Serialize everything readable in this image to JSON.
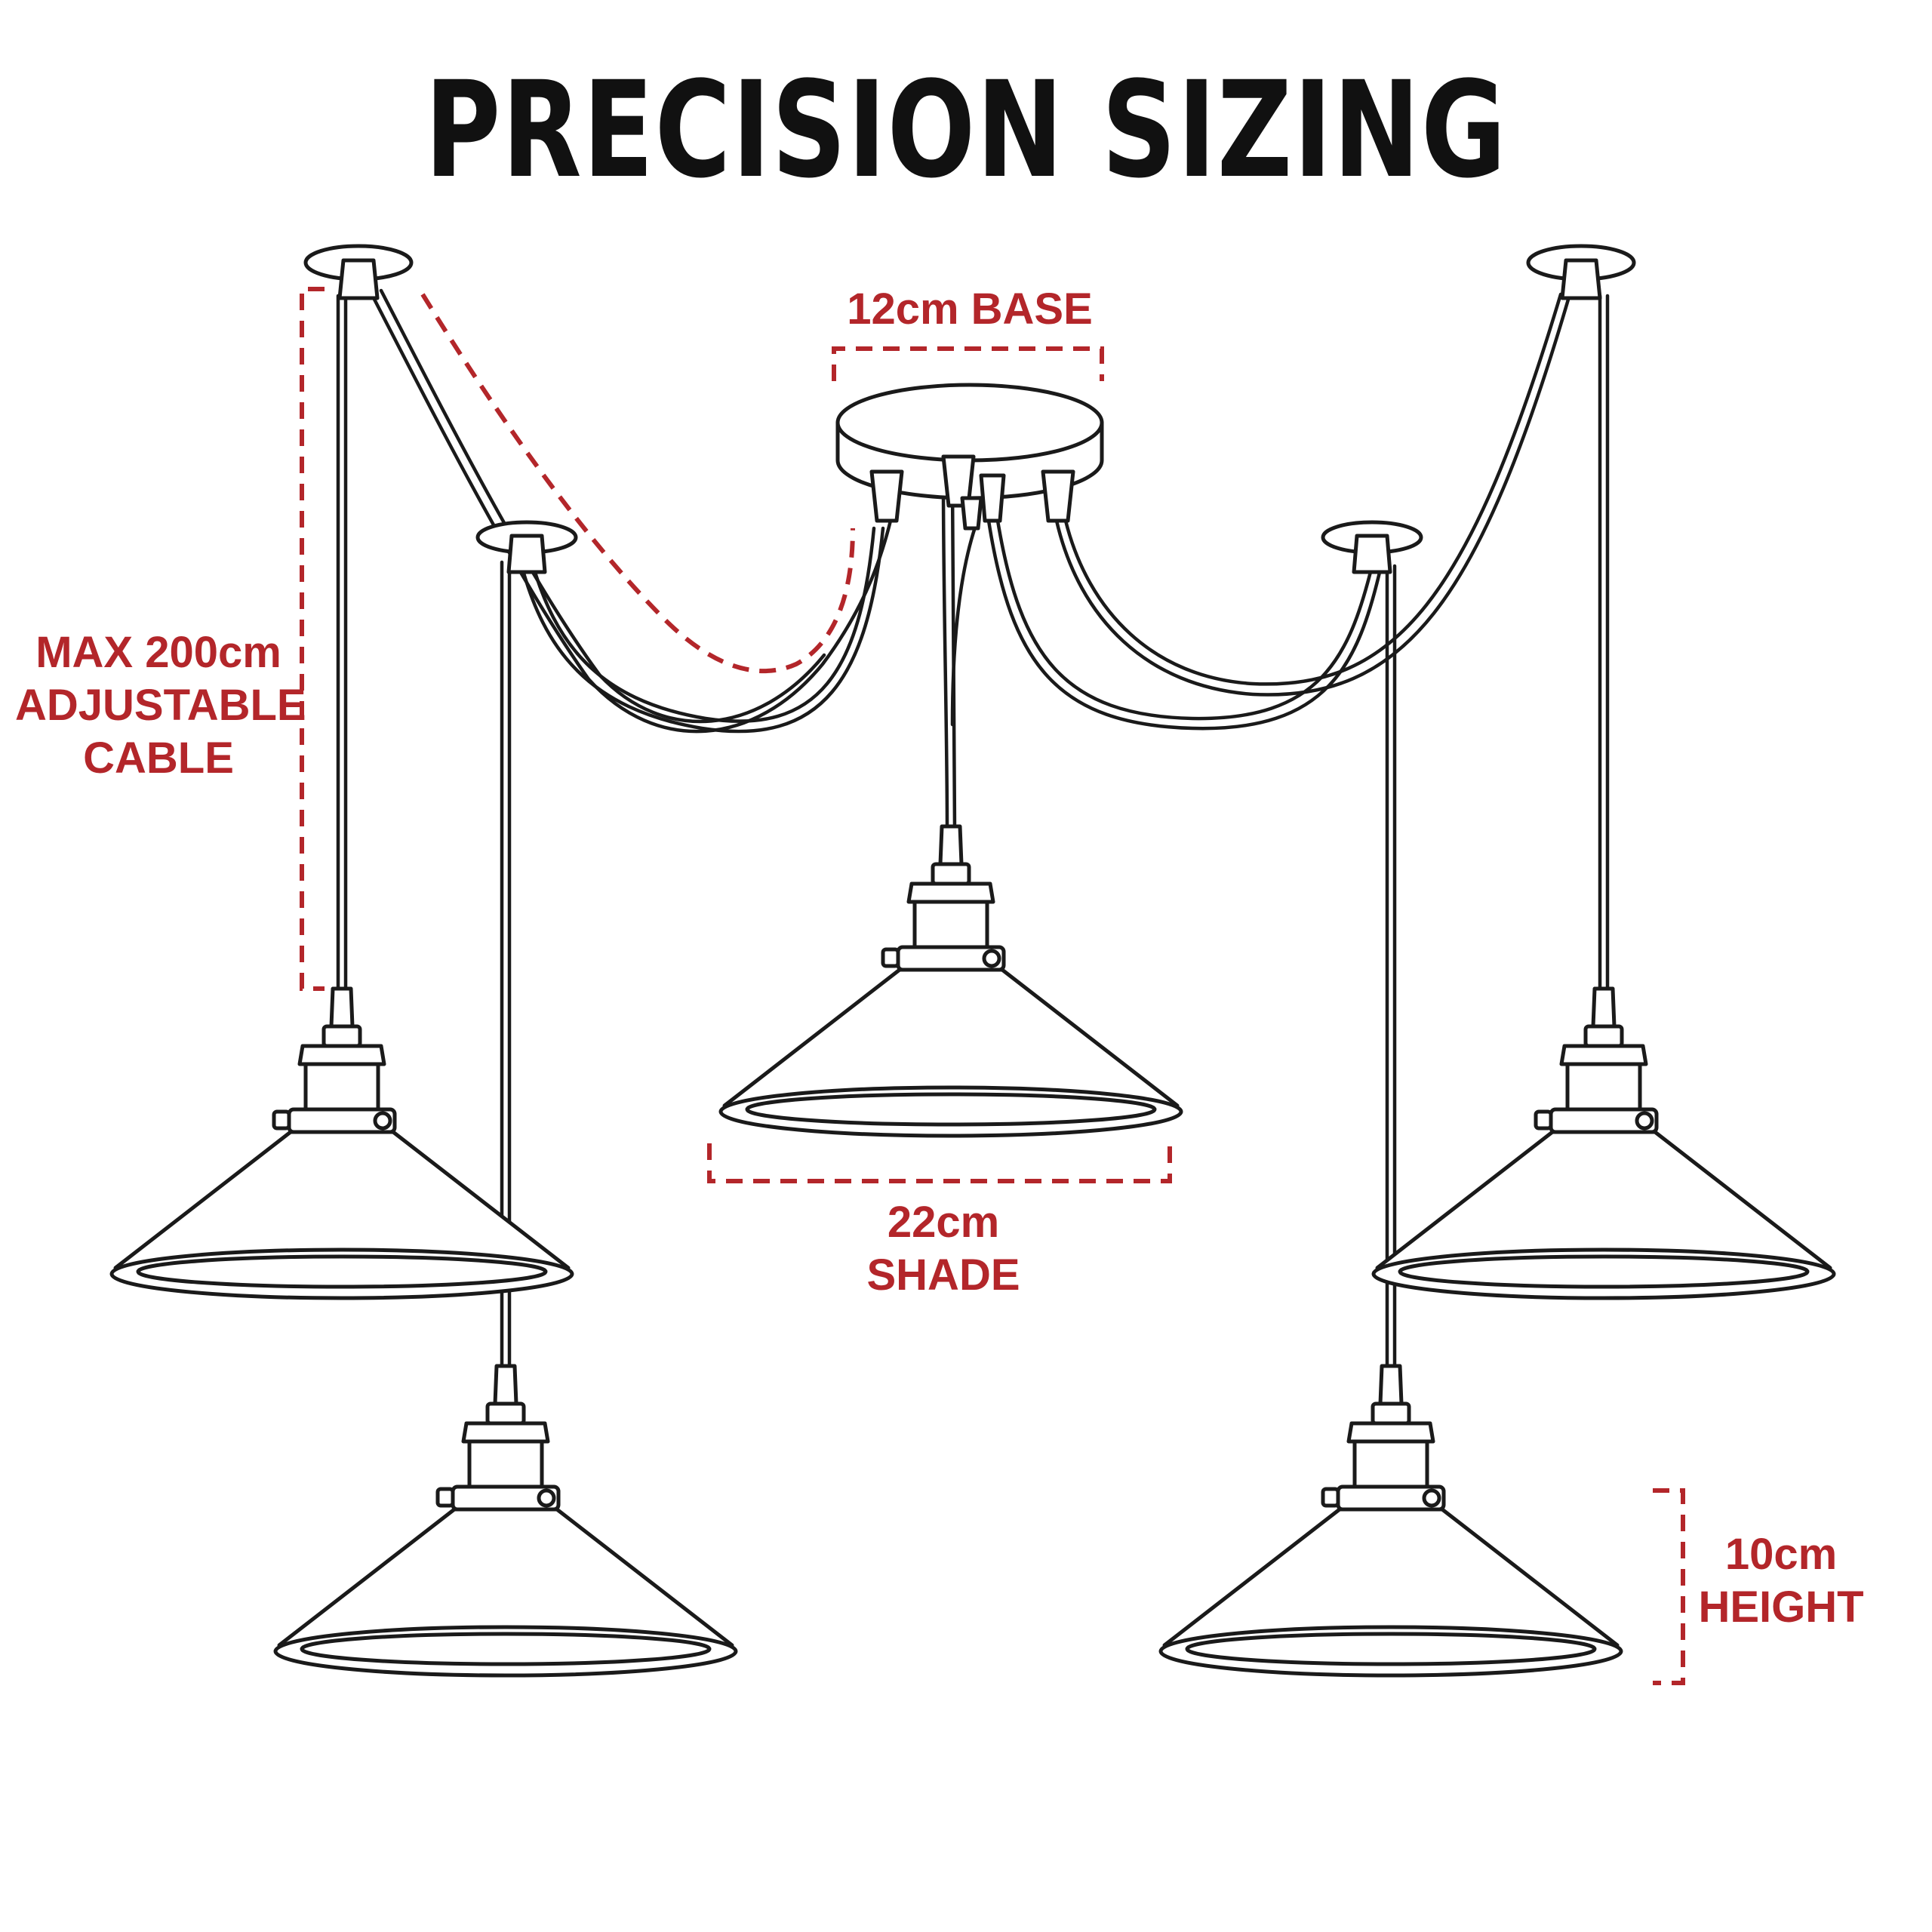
{
  "title": "PRECISION SIZING",
  "labels": {
    "base": "12cm BASE",
    "cable": [
      "MAX 200cm",
      "ADJUSTABLE",
      "CABLE"
    ],
    "shade": [
      "22cm",
      "SHADE"
    ],
    "height": [
      "10cm",
      "HEIGHT"
    ]
  },
  "colors": {
    "accent": "#b3262a",
    "line": "#1a1a1a",
    "background": "#ffffff"
  }
}
